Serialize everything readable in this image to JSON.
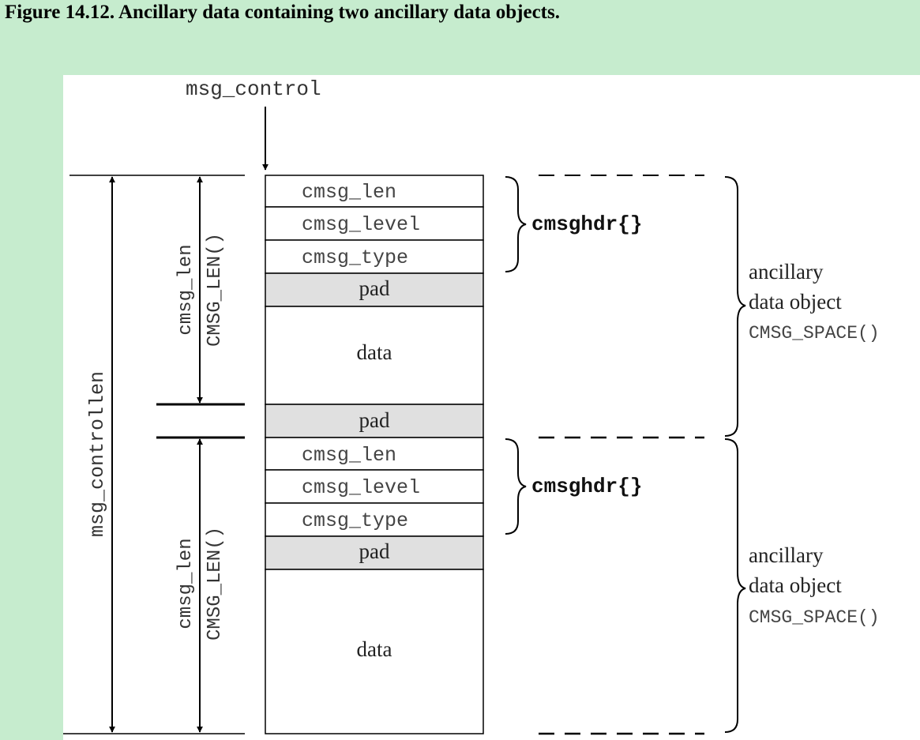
{
  "caption": "Figure 14.12. Ancillary data containing two ancillary data objects.",
  "colors": {
    "page_background": "#c6ecce",
    "panel_background": "#ffffff",
    "pad_fill": "#e0e0e0",
    "line": "#000000"
  },
  "diagram": {
    "pointer_label": "msg_control",
    "total_length_label": "msg_controllen",
    "objects": [
      {
        "fields": [
          "cmsg_len",
          "cmsg_level",
          "cmsg_type"
        ],
        "header_pad": "pad",
        "data": "data",
        "trailing_pad": "pad",
        "header_struct": "cmsghdr{}",
        "len_label": "cmsg_len",
        "len_macro": "CMSG_LEN()",
        "object_label_line1": "ancillary",
        "object_label_line2": "data object",
        "space_macro": "CMSG_SPACE()"
      },
      {
        "fields": [
          "cmsg_len",
          "cmsg_level",
          "cmsg_type"
        ],
        "header_pad": "pad",
        "data": "data",
        "header_struct": "cmsghdr{}",
        "len_label": "cmsg_len",
        "len_macro": "CMSG_LEN()",
        "object_label_line1": "ancillary",
        "object_label_line2": "data object",
        "space_macro": "CMSG_SPACE()"
      }
    ]
  }
}
